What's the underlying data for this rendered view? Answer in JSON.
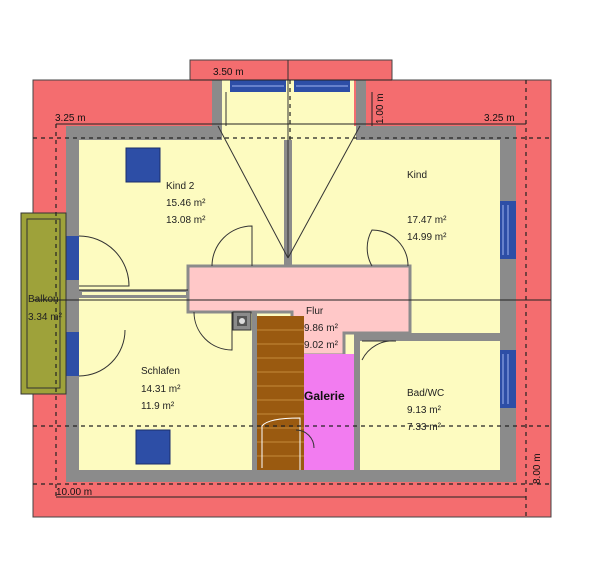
{
  "colors": {
    "roof": "#f46d6f",
    "room": "#fdfbc0",
    "wall": "#8b8b8b",
    "hall": "#ffc8c8",
    "gallery": "#f27cf0",
    "stairs": "#9a5a10",
    "balcony": "#9ea23a",
    "window": "#2d4ea6"
  },
  "dimensions": {
    "dormer_width": "3.50 m",
    "left_setback": "3.25 m",
    "right_setback": "3.25 m",
    "dormer_depth": "1.00 m",
    "total_width": "10.00 m",
    "total_depth": "8.00 m"
  },
  "rooms": {
    "kind2": {
      "name": "Kind 2",
      "area1": "15.46 m²",
      "area2": "13.08 m²"
    },
    "kind": {
      "name": "Kind",
      "area1": "17.47 m²",
      "area2": "14.99 m²"
    },
    "balkon": {
      "name": "Balkon",
      "area1": "3.34 m²"
    },
    "flur": {
      "name": "Flur",
      "area1": "9.86 m²",
      "area2": "9.02 m²"
    },
    "galerie": {
      "name": "Galerie"
    },
    "schlafen": {
      "name": "Schlafen",
      "area1": "14.31 m²",
      "area2": "11.9 m²"
    },
    "bad": {
      "name": "Bad/WC",
      "area1": "9.13 m²",
      "area2": "7.33 m²"
    }
  }
}
